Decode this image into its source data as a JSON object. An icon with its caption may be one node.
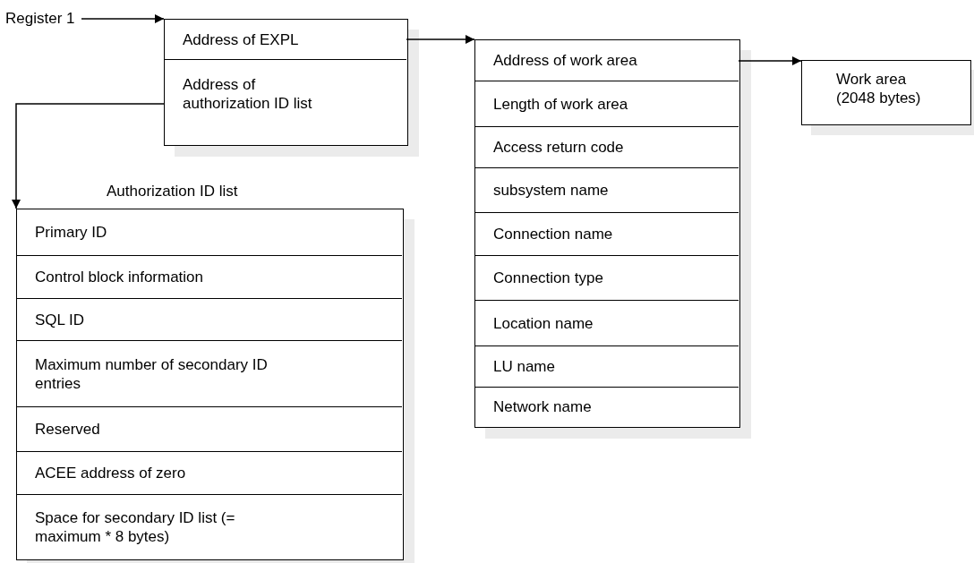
{
  "diagram": {
    "nodes": [
      {
        "text": [
          "Register 1"
        ]
      },
      {
        "text": [],
        "shape": "box"
      },
      {
        "text": [
          "Address of EXPL"
        ],
        "in": 1
      },
      {
        "text": [
          "Address of authorization ID list"
        ],
        "in": 1
      },
      {
        "text": [],
        "shape": "box"
      },
      {
        "text": [
          "Address of work area"
        ],
        "in": 4
      },
      {
        "text": [
          "Length of work area"
        ],
        "in": 4
      },
      {
        "text": [
          "Access return code"
        ],
        "in": 4
      },
      {
        "text": [
          "subsystem name"
        ],
        "in": 4
      },
      {
        "text": [
          "Connection name"
        ],
        "in": 4
      },
      {
        "text": [
          "Connection type"
        ],
        "in": 4
      },
      {
        "text": [
          "Location name"
        ],
        "in": 4
      },
      {
        "text": [
          "LU name"
        ],
        "in": 4
      },
      {
        "text": [
          "Network name"
        ],
        "in": 4
      },
      {
        "text": [
          "Work area (2048 bytes)"
        ]
      },
      {
        "text": [
          "Authorization ID list"
        ]
      },
      {
        "text": [
          "Primary ID"
        ],
        "in": 15
      },
      {
        "text": [
          "Control block information"
        ],
        "in": 15
      },
      {
        "text": [
          "SQL ID"
        ],
        "in": 15
      },
      {
        "text": [
          "Maximum number of secondary ID entries"
        ],
        "in": 15
      },
      {
        "text": [
          "Reserved"
        ],
        "in": 15
      },
      {
        "text": [
          "ACEE address of zero"
        ],
        "in": 15
      },
      {
        "text": [
          "Space for secondary ID list (= maximum * 8 bytes)"
        ],
        "in": 15
      }
    ],
    "edges": [
      {
        "from": 0,
        "to": 1,
        "arrow": "to"
      },
      {
        "from": 2,
        "to": 4,
        "arrow": "to"
      },
      {
        "from": 5,
        "to": 14,
        "arrow": "to"
      },
      {
        "from": 3,
        "to": 15,
        "arrow": "to"
      }
    ]
  }
}
